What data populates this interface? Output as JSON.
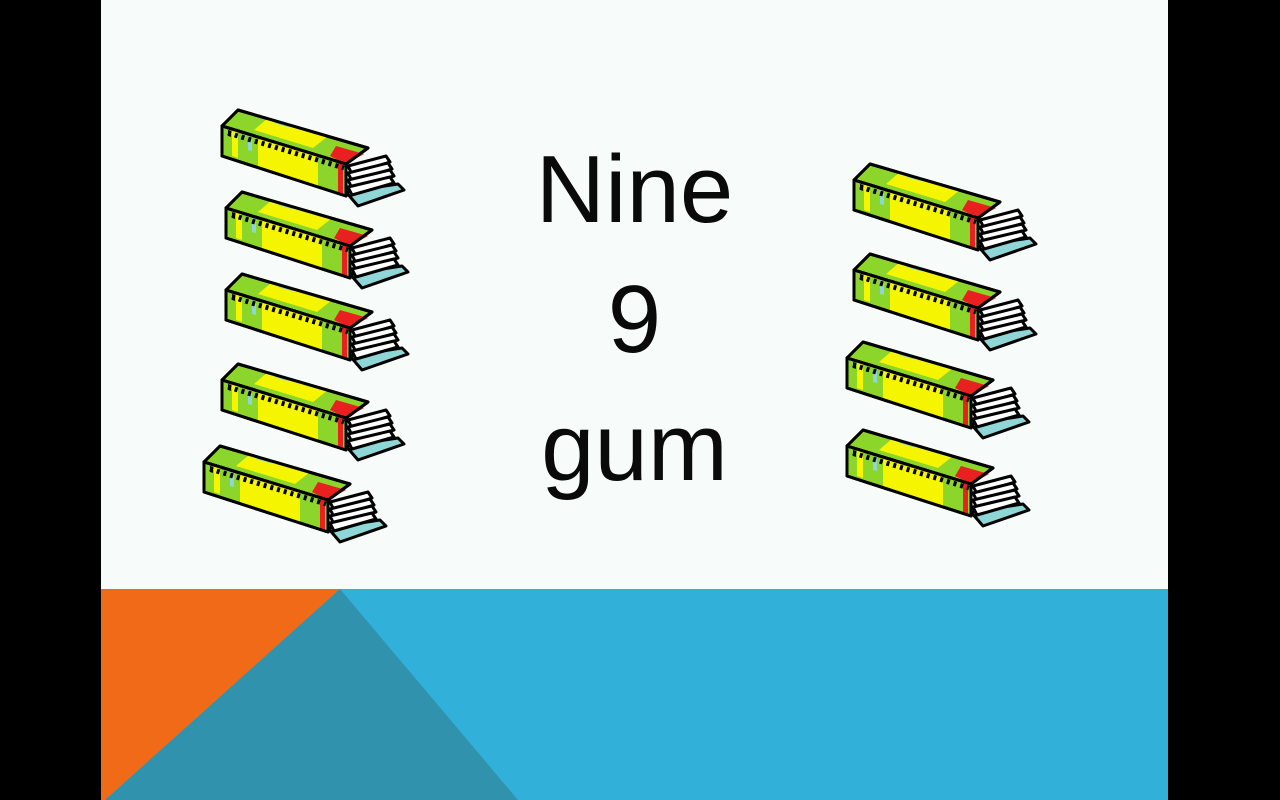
{
  "slide": {
    "lines": [
      "Nine",
      "9",
      "gum"
    ],
    "gum_count": 9,
    "gum_icon": "chewing-gum-pack-icon",
    "colors": {
      "background": "#f7fbfa",
      "orange": "#f06a18",
      "dark_teal": "#3192ad",
      "light_blue": "#31b0da",
      "gum_green": "#8cd62b",
      "gum_yellow": "#f5f500",
      "gum_red": "#e82020"
    }
  }
}
